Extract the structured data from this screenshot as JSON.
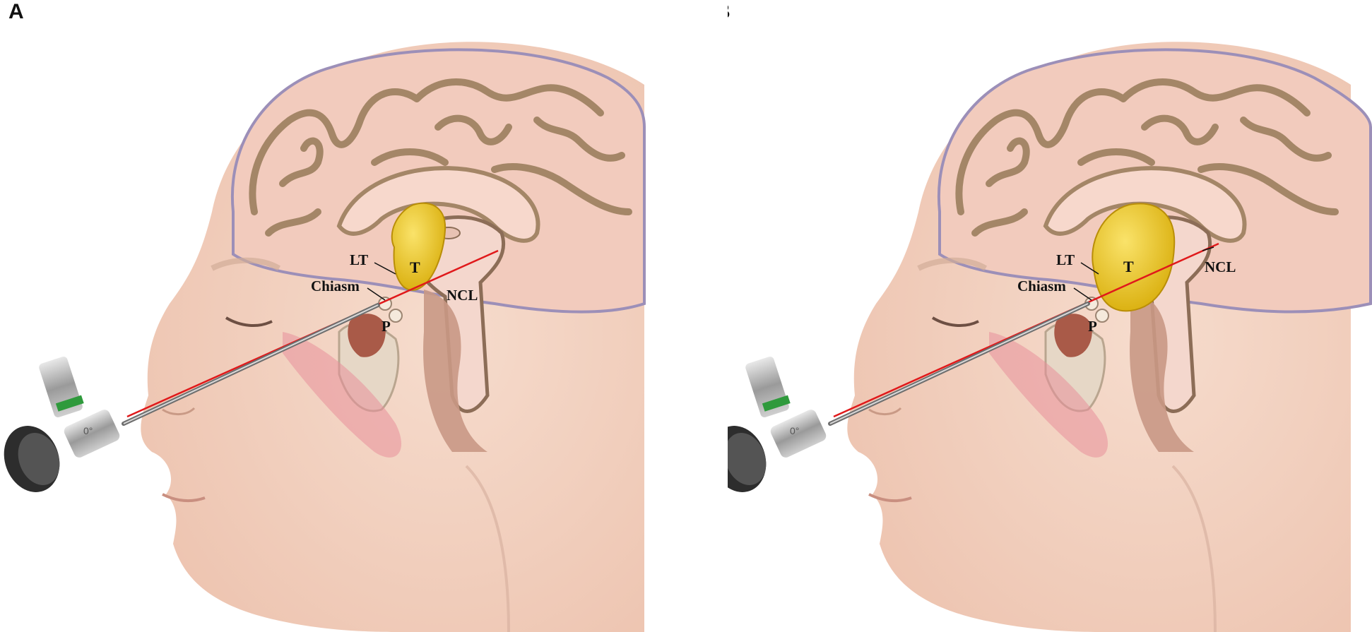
{
  "panels": [
    {
      "letter": "A",
      "labels": {
        "lt": "LT",
        "t": "T",
        "chiasm": "Chiasm",
        "ncl": "NCL",
        "p": "P"
      },
      "endoscope_marking": "0°"
    },
    {
      "letter": "B",
      "labels": {
        "lt": "LT",
        "t": "T",
        "chiasm": "Chiasm",
        "ncl": "NCL",
        "p": "P"
      },
      "endoscope_marking": "0°"
    }
  ],
  "colors": {
    "skin": "#f3d2c1",
    "skin_shadow": "#e6b8a4",
    "brain": "#f2cbbd",
    "sulci": "#a48667",
    "tumor": "#f0cd1c",
    "trajectory": "#e0191b",
    "endoscope_metal": "#b5b5b5",
    "endoscope_band": "#2f9a3c"
  }
}
